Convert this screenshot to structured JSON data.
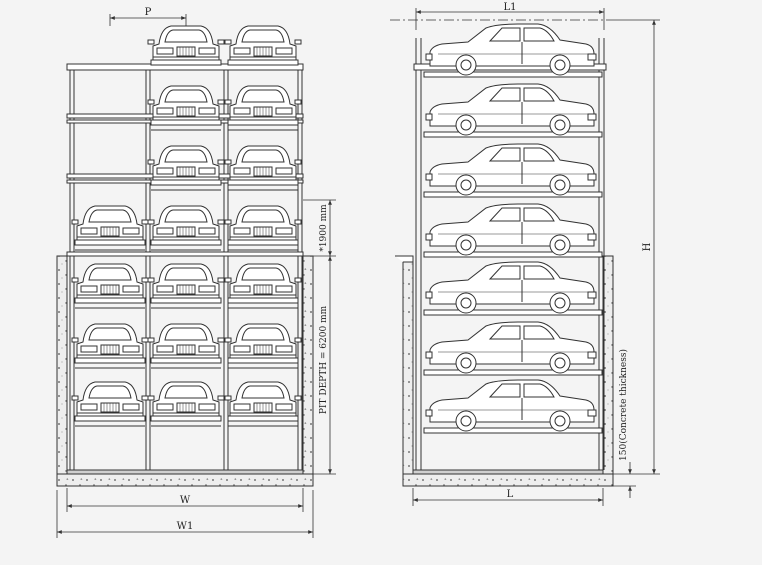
{
  "labels": {
    "p": "P",
    "w": "W",
    "w1": "W1",
    "l": "L",
    "l1": "L1",
    "h": "H",
    "level_height": "*1900 mm",
    "pit_depth": "PIT DEPTH = 6200 mm",
    "concrete": "150(Concrete thickness)"
  },
  "front_view": {
    "columns": 3,
    "car_rows": 7,
    "column_car_counts": [
      4,
      7,
      7
    ]
  },
  "side_view": {
    "car_levels": 7
  },
  "colors": {
    "line": "#333333",
    "background": "#f4f4f4",
    "car_fill": "#ffffff"
  }
}
